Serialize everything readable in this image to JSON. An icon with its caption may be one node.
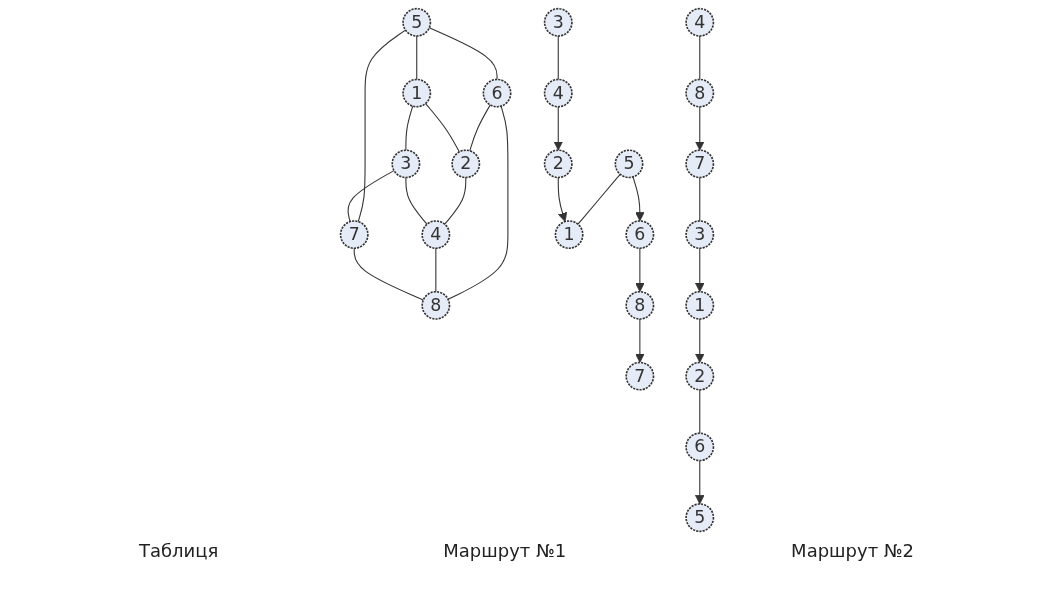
{
  "diagram": {
    "nodes": [
      {
        "text": [
          "5"
        ]
      },
      {
        "text": [
          "6"
        ]
      },
      {
        "text": [
          "1"
        ]
      },
      {
        "text": [
          "2"
        ]
      },
      {
        "text": [
          "3"
        ]
      },
      {
        "text": [
          "4"
        ]
      },
      {
        "text": [
          "7"
        ]
      },
      {
        "text": [
          "8"
        ]
      },
      {
        "text": [
          "5"
        ]
      },
      {
        "text": [
          "6"
        ]
      },
      {
        "text": [
          "1"
        ]
      },
      {
        "text": [
          "2"
        ]
      },
      {
        "text": [
          "3"
        ]
      },
      {
        "text": [
          "4"
        ]
      },
      {
        "text": [
          "7"
        ]
      },
      {
        "text": [
          "8"
        ]
      },
      {
        "text": [
          "5"
        ]
      },
      {
        "text": [
          "6"
        ]
      },
      {
        "text": [
          "1"
        ]
      },
      {
        "text": [
          "2"
        ]
      },
      {
        "text": [
          "3"
        ]
      },
      {
        "text": [
          "4"
        ]
      },
      {
        "text": [
          "7"
        ]
      },
      {
        "text": [
          "8"
        ]
      }
    ],
    "edges": [
      {
        "from": 0,
        "to": 1,
        "arrow": "none"
      },
      {
        "from": 0,
        "to": 2,
        "arrow": "none"
      },
      {
        "from": 1,
        "to": 3,
        "arrow": "none"
      },
      {
        "from": 2,
        "to": 3,
        "arrow": "none"
      },
      {
        "from": 0,
        "to": 6,
        "arrow": "none"
      },
      {
        "from": 1,
        "to": 7,
        "arrow": "none"
      },
      {
        "from": 2,
        "to": 4,
        "arrow": "none"
      },
      {
        "from": 3,
        "to": 5,
        "arrow": "none"
      },
      {
        "from": 4,
        "to": 5,
        "arrow": "none"
      },
      {
        "from": 4,
        "to": 6,
        "arrow": "none"
      },
      {
        "from": 5,
        "to": 7,
        "arrow": "none"
      },
      {
        "from": 6,
        "to": 7,
        "arrow": "none"
      },
      {
        "from": 8,
        "to": 9,
        "arrow": "to"
      },
      {
        "from": 8,
        "to": 10,
        "arrow": "none"
      },
      {
        "from": 11,
        "to": 10,
        "arrow": "to"
      },
      {
        "from": 9,
        "to": 15,
        "arrow": "to"
      },
      {
        "from": 13,
        "to": 11,
        "arrow": "to"
      },
      {
        "from": 12,
        "to": 13,
        "arrow": "none"
      },
      {
        "from": 15,
        "to": 14,
        "arrow": "to"
      },
      {
        "from": 17,
        "to": 16,
        "arrow": "to"
      },
      {
        "from": 19,
        "to": 17,
        "arrow": "none"
      },
      {
        "from": 18,
        "to": 19,
        "arrow": "to"
      },
      {
        "from": 20,
        "to": 18,
        "arrow": "to"
      },
      {
        "from": 22,
        "to": 20,
        "arrow": "none"
      },
      {
        "from": 21,
        "to": 23,
        "arrow": "none"
      },
      {
        "from": 23,
        "to": 22,
        "arrow": "to"
      }
    ],
    "labels": [
      "Таблиця",
      "Маршрут №1",
      "Маршрут №2"
    ]
  }
}
